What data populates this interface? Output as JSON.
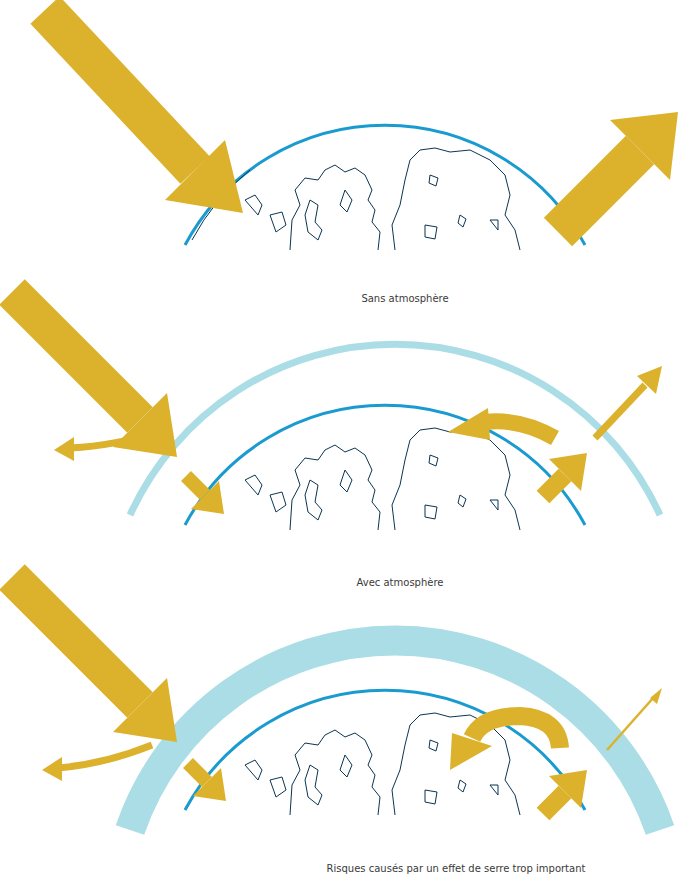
{
  "diagram": {
    "labels": [
      "Sans atmosphère",
      "Avec atmosphère",
      "Risques causés par un effet de serre trop important"
    ]
  }
}
